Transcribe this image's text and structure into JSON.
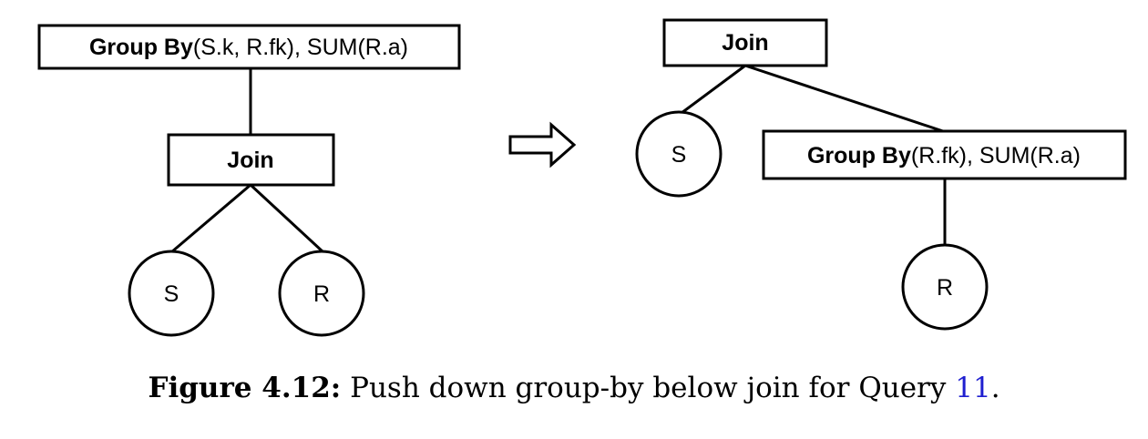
{
  "left_tree": {
    "root": {
      "bold": "Group By",
      "rest": "(S.k, R.fk), SUM(R.a)"
    },
    "join": {
      "bold": "Join"
    },
    "leaf_left": "S",
    "leaf_right": "R"
  },
  "right_tree": {
    "root": {
      "bold": "Join"
    },
    "leaf_left": "S",
    "groupby": {
      "bold": "Group By",
      "rest": "(R.fk), SUM(R.a)"
    },
    "leaf_bottom": "R"
  },
  "caption": {
    "label": "Figure 4.12:",
    "text": " Push down group-by below join for Query ",
    "ref": "11",
    "end": "."
  }
}
